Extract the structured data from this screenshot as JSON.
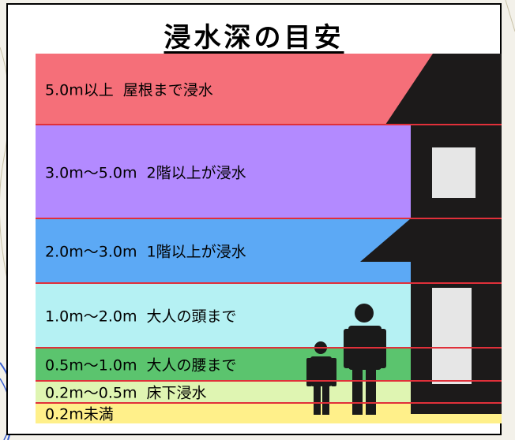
{
  "title": "浸水深の目安",
  "bands": [
    {
      "label": "5.0m以上  屋根まで浸水",
      "color": "#f56f79"
    },
    {
      "label": "3.0m～5.0m  2階以上が浸水",
      "color": "#b38aff"
    },
    {
      "label": "2.0m～3.0m  1階以上が浸水",
      "color": "#5ca9f5"
    },
    {
      "label": "1.0m～2.0m  大人の頭まで",
      "color": "#b5f1f3"
    },
    {
      "label": "0.5m～1.0m  大人の腰まで",
      "color": "#5bc46e"
    },
    {
      "label": "0.2m～0.5m  床下浸水",
      "color": "#dff5b2"
    },
    {
      "label": "0.2m未満",
      "color": "#fff08a"
    }
  ],
  "colors": {
    "house": "#1c1a1a",
    "window": "#e6e6e6",
    "boundary_line": "#e0303a",
    "figure": "#1a1a1a"
  },
  "icons": [
    "house-icon",
    "adult-figure-icon",
    "child-figure-icon"
  ]
}
